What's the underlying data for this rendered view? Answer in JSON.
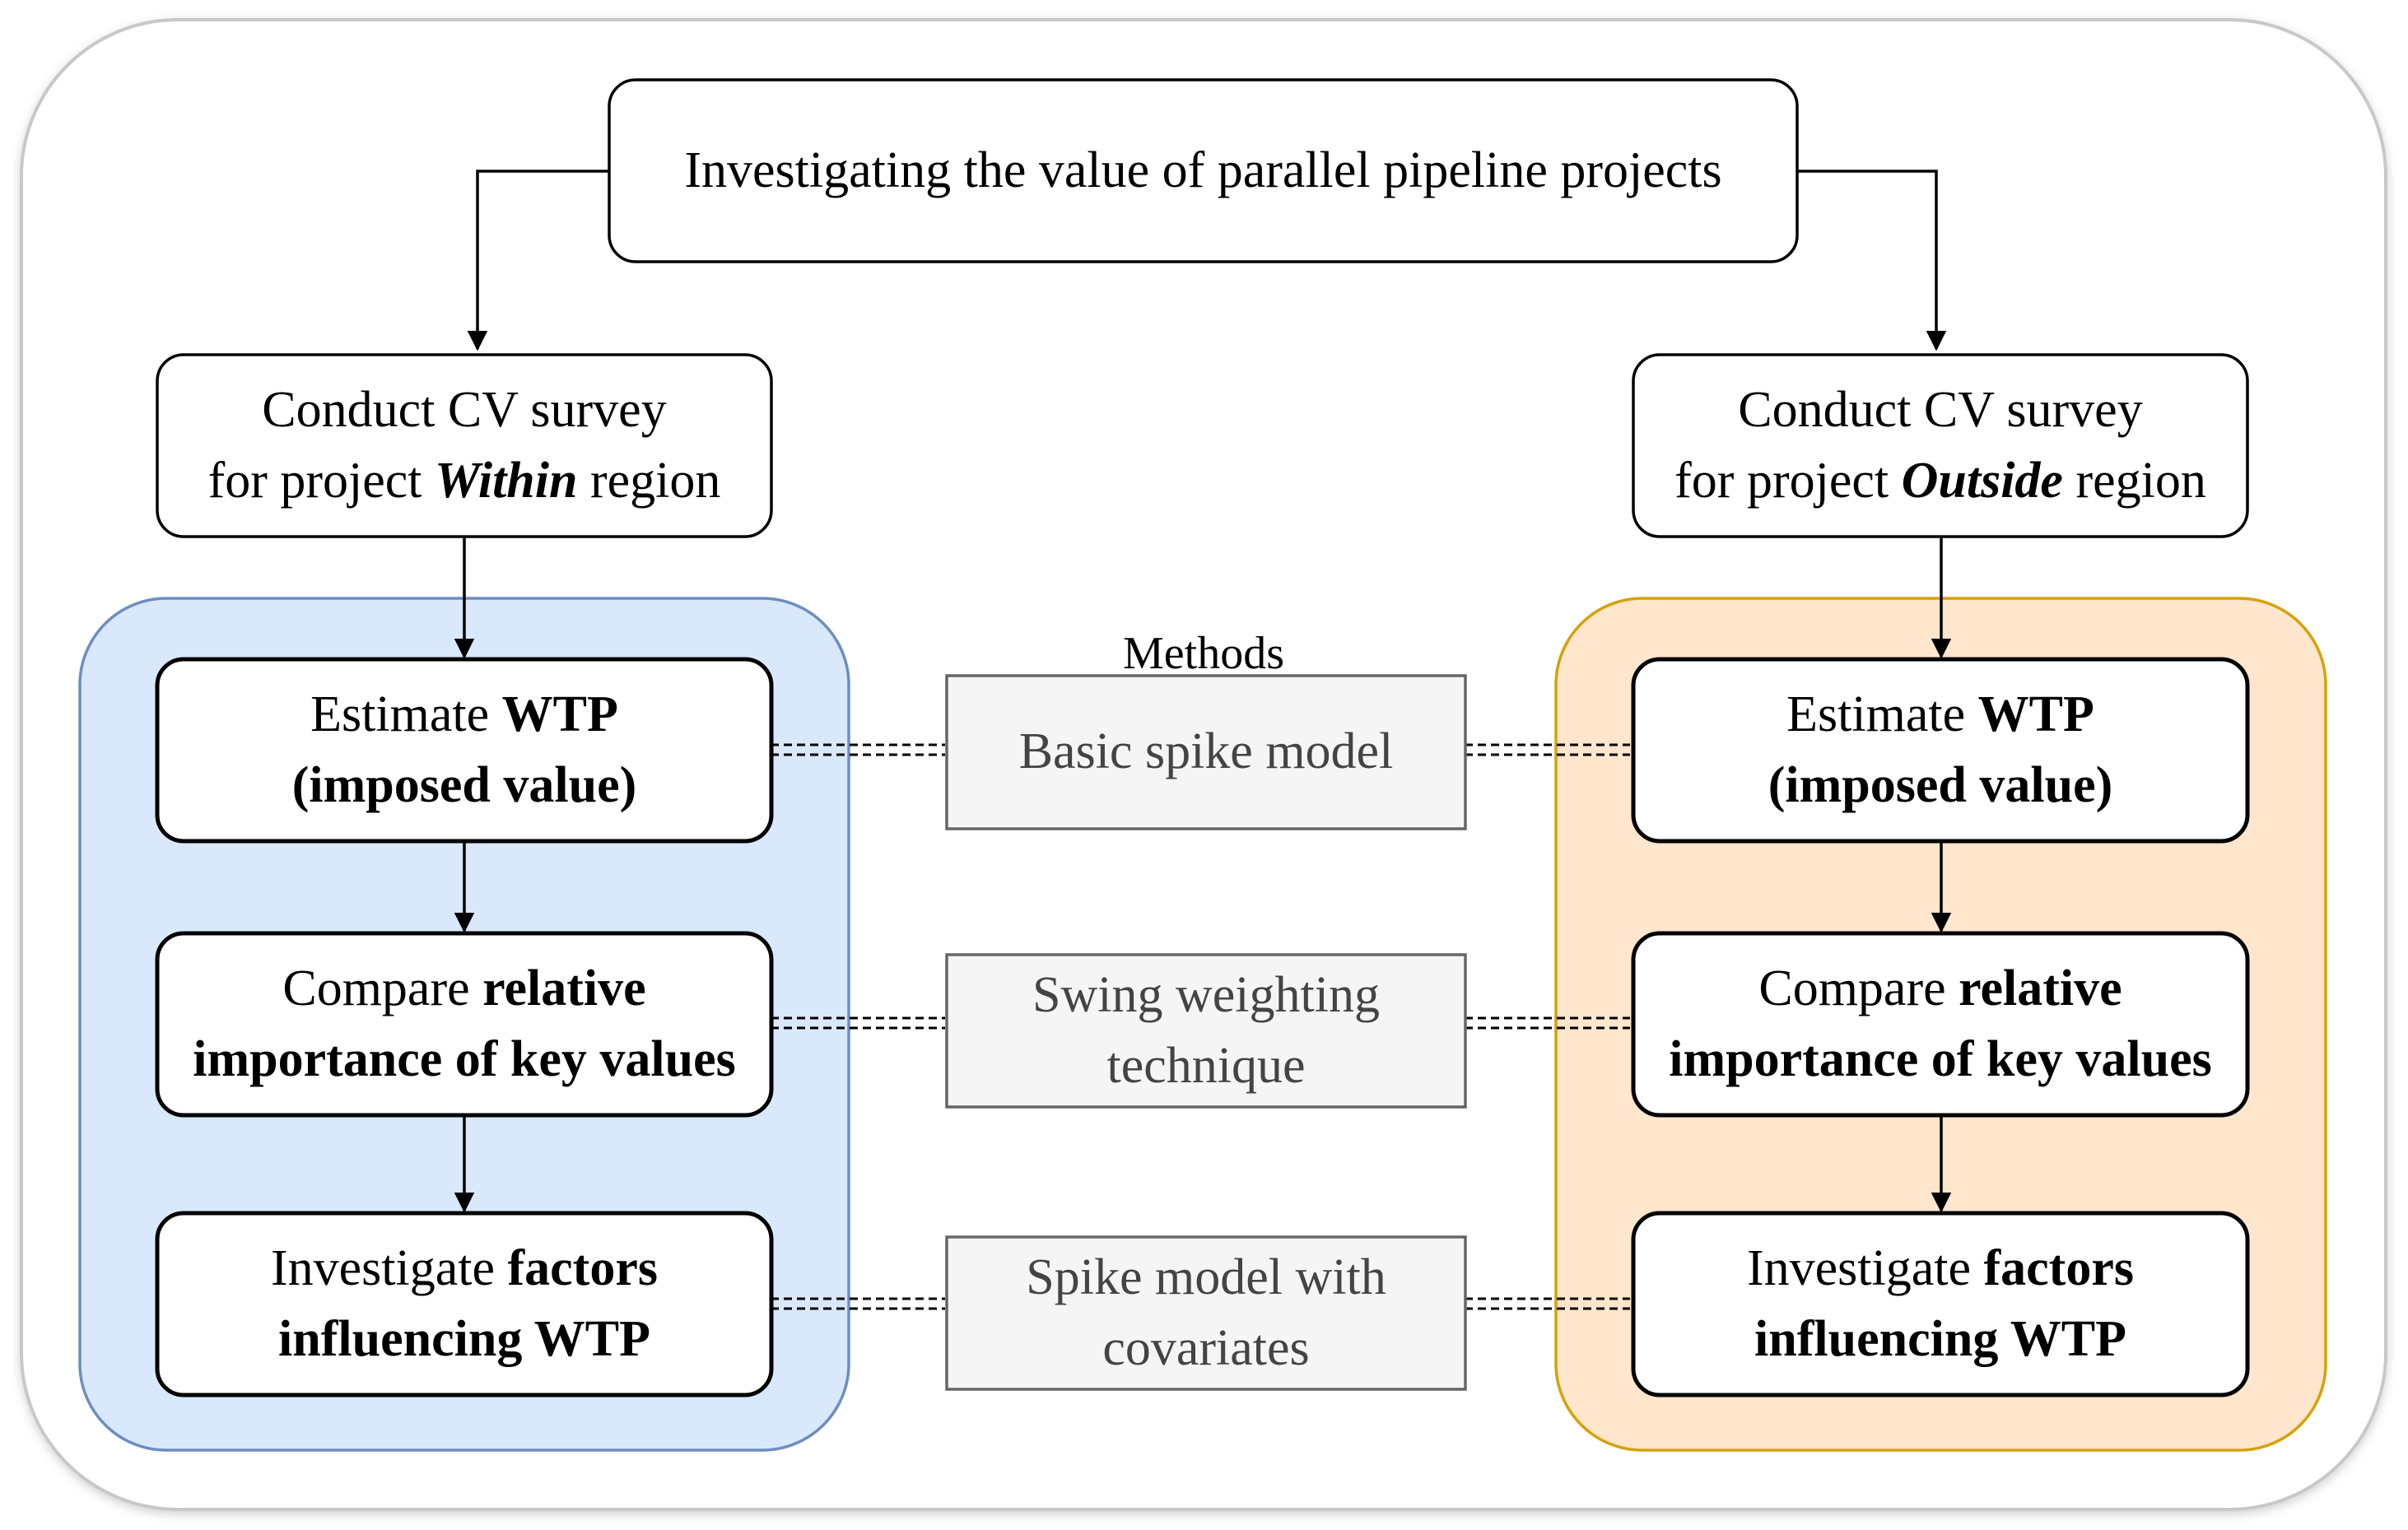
{
  "colors": {
    "left_group_fill": "#dae8fc",
    "left_group_stroke": "#6c8ebf",
    "right_group_fill": "#ffe6cc",
    "right_group_stroke": "#d6a10a",
    "method_fill": "#f5f5f5",
    "method_stroke": "#666666",
    "method_text": "#444444",
    "outer_frame": "#c8c8c8"
  },
  "top_box": {
    "text": "Investigating the value of parallel pipeline projects"
  },
  "left": {
    "survey": {
      "line1": "Conduct CV survey",
      "line2_pre": "for project ",
      "line2_em": "Within",
      "line2_post": " region"
    },
    "wtp": {
      "line1_pre": "Estimate ",
      "line1_bold": "WTP",
      "line2_bold": "(imposed value)"
    },
    "importance": {
      "line1_pre": "Compare ",
      "line1_bold": "relative",
      "line2_bold": "importance of key values"
    },
    "factors": {
      "line1_pre": "Investigate ",
      "line1_bold": "factors",
      "line2_bold": "influencing WTP"
    }
  },
  "right": {
    "survey": {
      "line1": "Conduct CV survey",
      "line2_pre": "for project ",
      "line2_em": "Outside",
      "line2_post": " region"
    },
    "wtp": {
      "line1_pre": "Estimate ",
      "line1_bold": "WTP",
      "line2_bold": "(imposed value)"
    },
    "importance": {
      "line1_pre": "Compare ",
      "line1_bold": "relative",
      "line2_bold": "importance of key values"
    },
    "factors": {
      "line1_pre": "Investigate ",
      "line1_bold": "factors",
      "line2_bold": "influencing WTP"
    }
  },
  "methods": {
    "title": "Methods",
    "items": [
      {
        "line1": "Basic spike model",
        "line2": ""
      },
      {
        "line1": "Swing weighting",
        "line2": "technique"
      },
      {
        "line1": "Spike model with",
        "line2": "covariates"
      }
    ]
  }
}
